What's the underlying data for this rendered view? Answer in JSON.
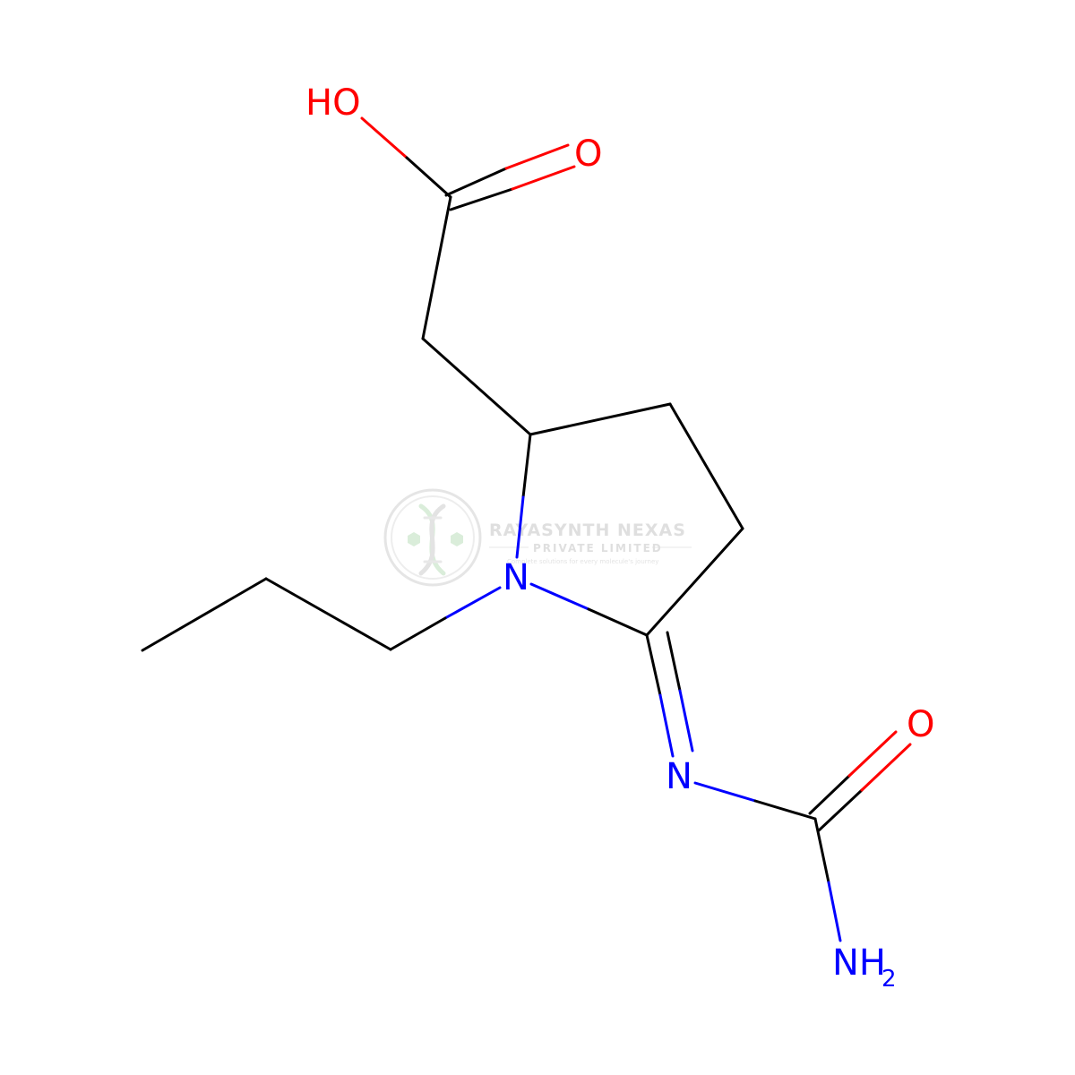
{
  "colors": {
    "carbon": "#000000",
    "oxygen": "#ff0000",
    "nitrogen": "#0000ff",
    "watermark": "#d9d9d9",
    "watermark_green": "#cfe8cf"
  },
  "atoms": {
    "hydroxyl": "HO",
    "carbonyl_oxygen_acid": "O",
    "ring_nitrogen": "N",
    "imine_nitrogen": "N",
    "urea_oxygen": "O",
    "amine": "NH",
    "amine_subscript": "2"
  },
  "watermark": {
    "company": "RAYASYNTH NEXAS",
    "subtitle": "PRIVATE LIMITED",
    "tagline": "Complete solutions for every molecule's journey",
    "icon": "dna-helix-icon"
  }
}
